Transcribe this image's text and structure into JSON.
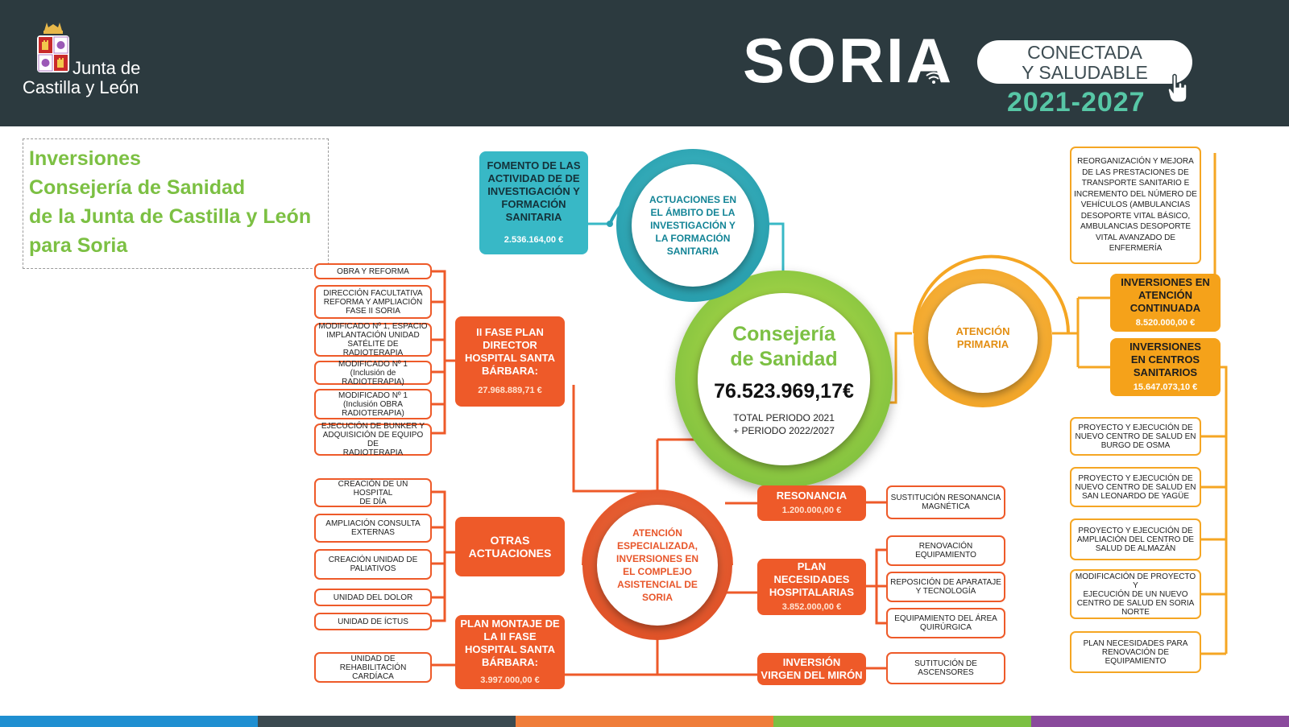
{
  "header": {
    "logo_line1": "Junta de",
    "logo_line2": "Castilla y León",
    "brand": "SORIA",
    "pill_line1": "CONECTADA",
    "pill_line2": "Y SALUDABLE",
    "years": "2021-2027",
    "icons": [
      "castle-lion-crest-icon",
      "wifi-signal-icon",
      "pointer-hand-icon"
    ]
  },
  "title": {
    "line1": "Inversiones",
    "line2": "Consejería de Sanidad",
    "line3": "de la Junta de Castilla y León",
    "line4": "para Soria"
  },
  "center": {
    "line1": "Consejería",
    "line2": "de Sanidad",
    "amount": "76.523.969,17€",
    "period1": "TOTAL PERIODO 2021",
    "period2": "+ PERIODO 2022/2027"
  },
  "investigacion": {
    "circle": [
      "ACTUACIONES EN",
      "EL ÁMBITO DE LA",
      "INVESTIGACIÓN Y",
      "LA FORMACIÓN",
      "SANITARIA"
    ],
    "box": [
      "FOMENTO DE LAS",
      "ACTIVIDAD DE DE",
      "INVESTIGACIÓN Y",
      "FORMACIÓN",
      "SANITARIA"
    ],
    "box_amount": "2.536.164,00 €"
  },
  "primaria": {
    "circle": [
      "ATENCIÓN",
      "PRIMARIA"
    ],
    "continuada": {
      "lines": [
        "INVERSIONES EN",
        "ATENCIÓN",
        "CONTINUADA"
      ],
      "amount": "8.520.000,00 €"
    },
    "continuada_detail": [
      "REORGANIZACIÓN Y   MEJORA",
      "DE LAS PRESTACIONES DE",
      "TRANSPORTE SANITARIO E",
      "INCREMENTO DEL NÚMERO DE",
      "VEHÍCULOS (AMBULANCIAS",
      "DESOPORTE VITAL BÁSICO,",
      "AMBULANCIAS DESOPORTE",
      "VITAL AVANZADO DE",
      "ENFERMERÍA"
    ],
    "centros": {
      "lines": [
        "INVERSIONES",
        "EN CENTROS",
        "SANITARIOS"
      ],
      "amount": "15.647.073,10 €"
    },
    "centros_items": [
      [
        "PROYECTO Y EJECUCIÓN DE",
        "NUEVO CENTRO DE SALUD EN",
        "BURGO DE OSMA"
      ],
      [
        "PROYECTO Y EJECUCIÓN DE",
        "NUEVO CENTRO DE SALUD EN",
        "SAN LEONARDO DE YAGÜE"
      ],
      [
        "PROYECTO Y EJECUCIÓN DE",
        "AMPLIACIÓN DEL  CENTRO DE",
        "SALUD DE ALMAZÁN"
      ],
      [
        "MODIFICACIÓN DE PROYECTO Y",
        "EJECUCIÓN DE UN NUEVO",
        "CENTRO DE SALUD EN SORIA",
        "NORTE"
      ],
      [
        "PLAN NECESIDADES PARA",
        "RENOVACIÓN DE",
        "EQUIPAMIENTO"
      ]
    ]
  },
  "especializada": {
    "circle": [
      "ATENCIÓN",
      "ESPECIALIZADA,",
      "INVERSIONES EN",
      "EL COMPLEJO",
      "ASISTENCIAL DE",
      "SORIA"
    ],
    "fase_ii": {
      "lines": [
        "II FASE PLAN",
        "DIRECTOR",
        "HOSPITAL SANTA",
        "BÁRBARA:"
      ],
      "amount": "27.968.889,71 €"
    },
    "fase_ii_items": [
      [
        "OBRA Y REFORMA"
      ],
      [
        "DIRECCIÓN FACULTATIVA",
        "REFORMA Y AMPLIACIÓN",
        "FASE II SORIA"
      ],
      [
        "MODIFICADO Nº 1, ESPACIO",
        "IMPLANTACIÓN UNIDAD",
        "SATÉLITE DE RADIOTERAPIA"
      ],
      [
        "MODIFICADO Nº 1",
        "(Inclusión de RADIOTERAPIA)"
      ],
      [
        "MODIFICADO Nº 1",
        "(Inclusión OBRA",
        "RADIOTERAPIA)"
      ],
      [
        "EJECUCIÓN DE BUNKER Y",
        "ADQUISICIÓN DE EQUIPO DE",
        "RADIOTERAPIA"
      ]
    ],
    "otras": {
      "lines": [
        "OTRAS",
        "ACTUACIONES"
      ]
    },
    "otras_items": [
      [
        "CREACIÓN DE UN HOSPITAL",
        "DE DÍA"
      ],
      [
        "AMPLIACIÓN CONSULTA",
        "EXTERNAS"
      ],
      [
        "CREACIÓN UNIDAD DE",
        "PALIATIVOS"
      ],
      [
        "UNIDAD DEL DOLOR"
      ],
      [
        "UNIDAD DE ÍCTUS"
      ]
    ],
    "montaje": {
      "lines": [
        "PLAN MONTAJE DE",
        "LA II FASE",
        "HOSPITAL SANTA",
        "BÁRBARA:"
      ],
      "amount": "3.997.000,00 €"
    },
    "montaje_items": [
      [
        "UNIDAD DE REHABILITACIÓN",
        "CARDÍACA"
      ]
    ],
    "resonancia": {
      "lines": [
        "RESONANCIA"
      ],
      "amount": "1.200.000,00 €"
    },
    "resonancia_items": [
      [
        "SUSTITUCIÓN RESONANCIA",
        "MAGNÉTICA"
      ]
    ],
    "plan_nec": {
      "lines": [
        "PLAN",
        "NECESIDADES",
        "HOSPITALARIAS"
      ],
      "amount": "3.852.000,00 €"
    },
    "plan_nec_items": [
      [
        "RENOVACIÓN",
        "EQUIPAMIENTO"
      ],
      [
        "REPOSICIÓN DE APARATAJE",
        "Y TECNOLOGÍA"
      ],
      [
        "EQUIPAMIENTO DEL ÁREA",
        "QUIRÚRGICA"
      ]
    ],
    "miron": {
      "lines": [
        "INVERSIÓN",
        "VIRGEN DEL MIRÓN"
      ]
    },
    "miron_items": [
      [
        "SUTITUCIÓN DE",
        "ASCENSORES"
      ]
    ]
  },
  "colors": {
    "header_bg": "#2c3a3f",
    "green": "#7cc043",
    "teal": "#38b8c6",
    "amber": "#f5a21a",
    "orange": "#ee5a29",
    "footer": [
      "#1f8fd1",
      "#3b4a50",
      "#ef7d3a",
      "#7cc043",
      "#8a4a9c"
    ]
  }
}
